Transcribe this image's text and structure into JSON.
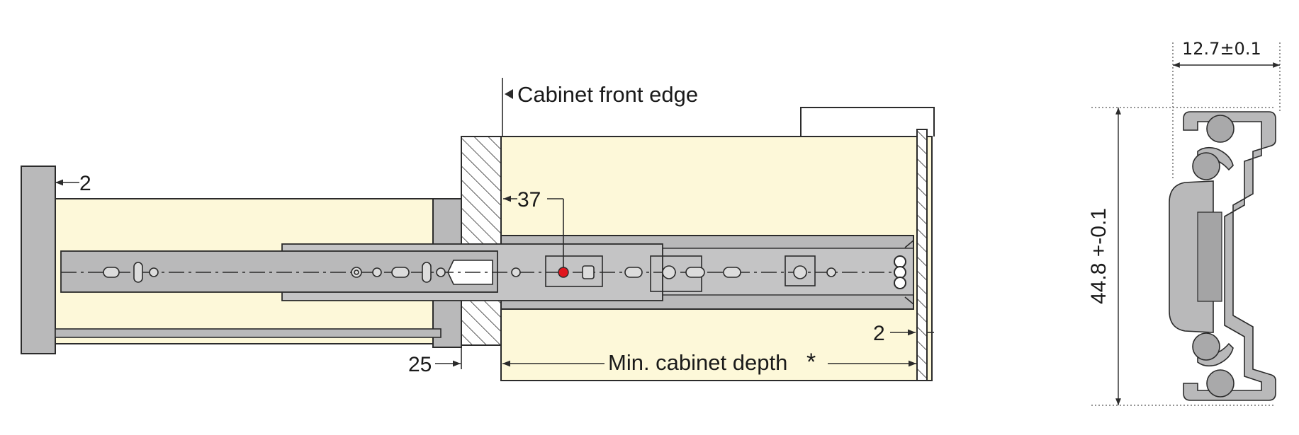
{
  "labels": {
    "cabinet_front_edge": "Cabinet front edge",
    "min_cabinet_depth": "Min. cabinet depth",
    "asterisk": "*"
  },
  "dimensions": {
    "gap_front": "2",
    "offset_37": "37",
    "offset_25": "25",
    "gap_rear": "2",
    "profile_width": "12.7±0.1",
    "profile_height": "44.8 +-0.1"
  },
  "colors": {
    "panel_fill": "#fdf8d9",
    "rail_gray": "#b9b9ba",
    "rail_light": "#dcdcdc",
    "outline": "#2b2b2b",
    "mount_point": "#e0151d"
  }
}
